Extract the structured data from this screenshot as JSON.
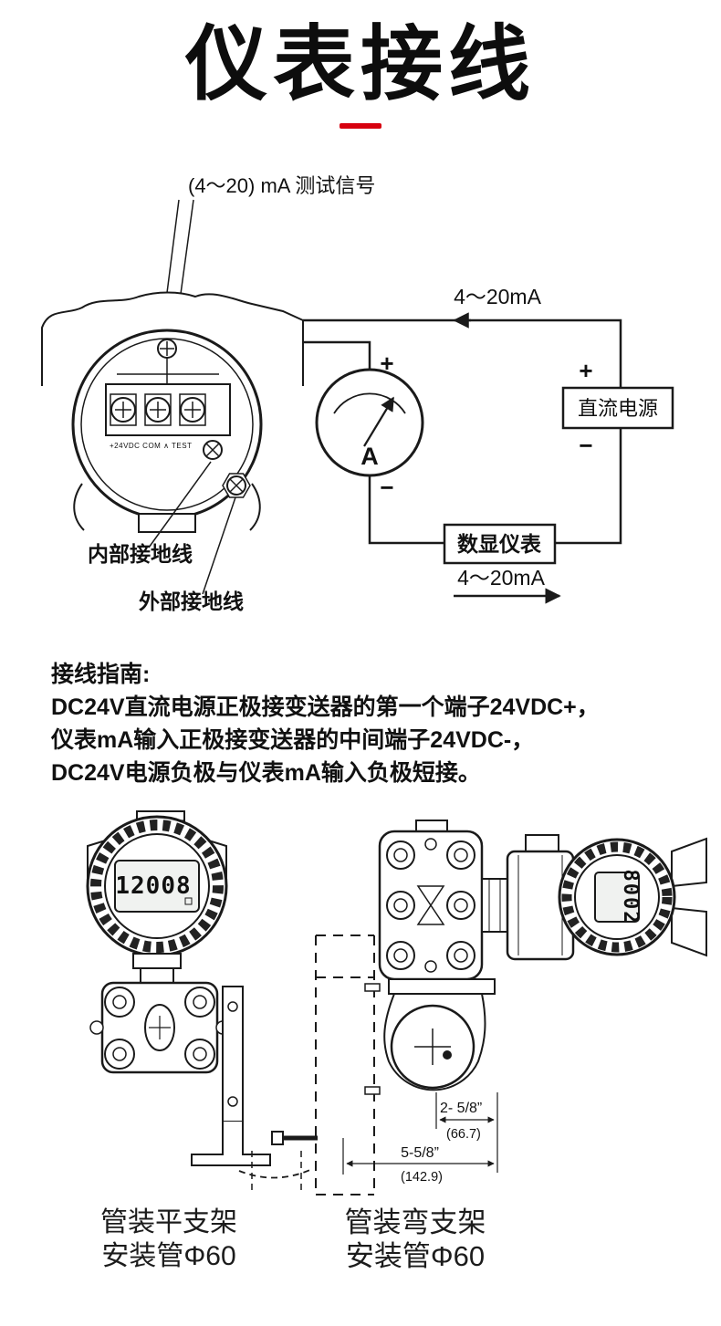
{
  "header": {
    "title": "仪表接线"
  },
  "accent": {
    "color": "#d7000f"
  },
  "wiring": {
    "test_signal_label": "(4～20) mA 测试信号",
    "loop_label_top": "4～20mA",
    "loop_label_bottom": "4～20mA",
    "dc_power": {
      "label": "直流电源",
      "plus": "+",
      "minus": "−"
    },
    "ammeter": {
      "label": "A",
      "plus": "+",
      "minus": "−"
    },
    "digital_meter_label": "数显仪表",
    "terminal_small": "+24VDC COM ∧ TEST",
    "internal_ground_label": "内部接地线",
    "external_ground_label": "外部接地线"
  },
  "guide": {
    "heading": "接线指南:",
    "lines": [
      "DC24V直流电源正极接变送器的第一个端子24VDC+，",
      "仪表mA输入正极接变送器的中间端子24VDC-，",
      "DC24V电源负极与仪表mA输入负极短接。"
    ]
  },
  "mounting": {
    "left_display_value": "12008",
    "right_display_value": "8002",
    "dim_small": {
      "inches": "2- 5/8”",
      "mm": "(66.7)"
    },
    "dim_large": {
      "inches": "5-5/8”",
      "mm": "(142.9)"
    },
    "captions": {
      "flat": [
        "管装平支架",
        "安装管Φ60"
      ],
      "bent": [
        "管装弯支架",
        "安装管Φ60"
      ]
    }
  }
}
